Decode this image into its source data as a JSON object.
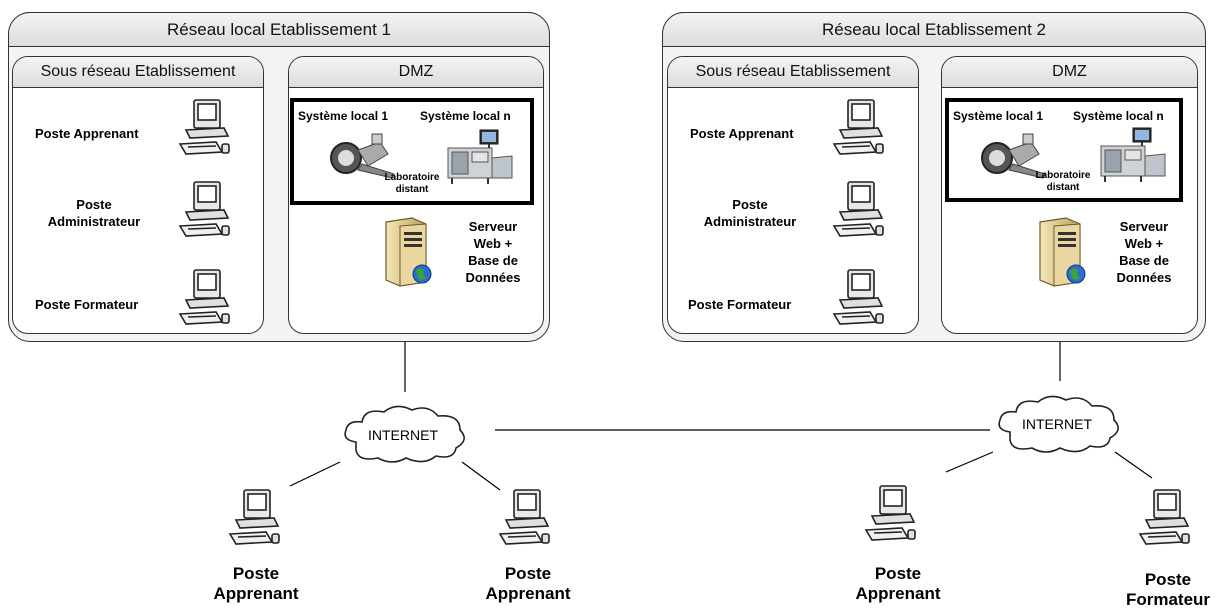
{
  "site1": {
    "title": "Réseau local Etablissement 1",
    "subnet_title": "Sous réseau Etablissement",
    "dmz_title": "DMZ",
    "poste_apprenant": "Poste Apprenant",
    "poste_admin_line1": "Poste",
    "poste_admin_line2": "Administrateur",
    "poste_formateur": "Poste Formateur",
    "sys_local_1": "Système local 1",
    "sys_local_n": "Système local n",
    "lab_line1": "Laboratoire",
    "lab_line2": "distant",
    "server_line1": "Serveur",
    "server_line2": "Web +",
    "server_line3": "Base de",
    "server_line4": "Données"
  },
  "site2": {
    "title": "Réseau local Etablissement 2",
    "subnet_title": "Sous réseau Etablissement",
    "dmz_title": "DMZ",
    "poste_apprenant": "Poste Apprenant",
    "poste_admin_line1": "Poste",
    "poste_admin_line2": "Administrateur",
    "poste_formateur": "Poste Formateur",
    "sys_local_1": "Système local 1",
    "sys_local_n": "Système local n",
    "lab_line1": "Laboratoire",
    "lab_line2": "distant",
    "server_line1": "Serveur",
    "server_line2": "Web +",
    "server_line3": "Base de",
    "server_line4": "Données"
  },
  "internet": {
    "label1": "INTERNET",
    "label2": "INTERNET"
  },
  "remote": [
    {
      "line1": "Poste",
      "line2": "Apprenant"
    },
    {
      "line1": "Poste",
      "line2": "Apprenant"
    },
    {
      "line1": "Poste",
      "line2": "Apprenant"
    },
    {
      "line1": "Poste",
      "line2": "Formateur"
    }
  ]
}
